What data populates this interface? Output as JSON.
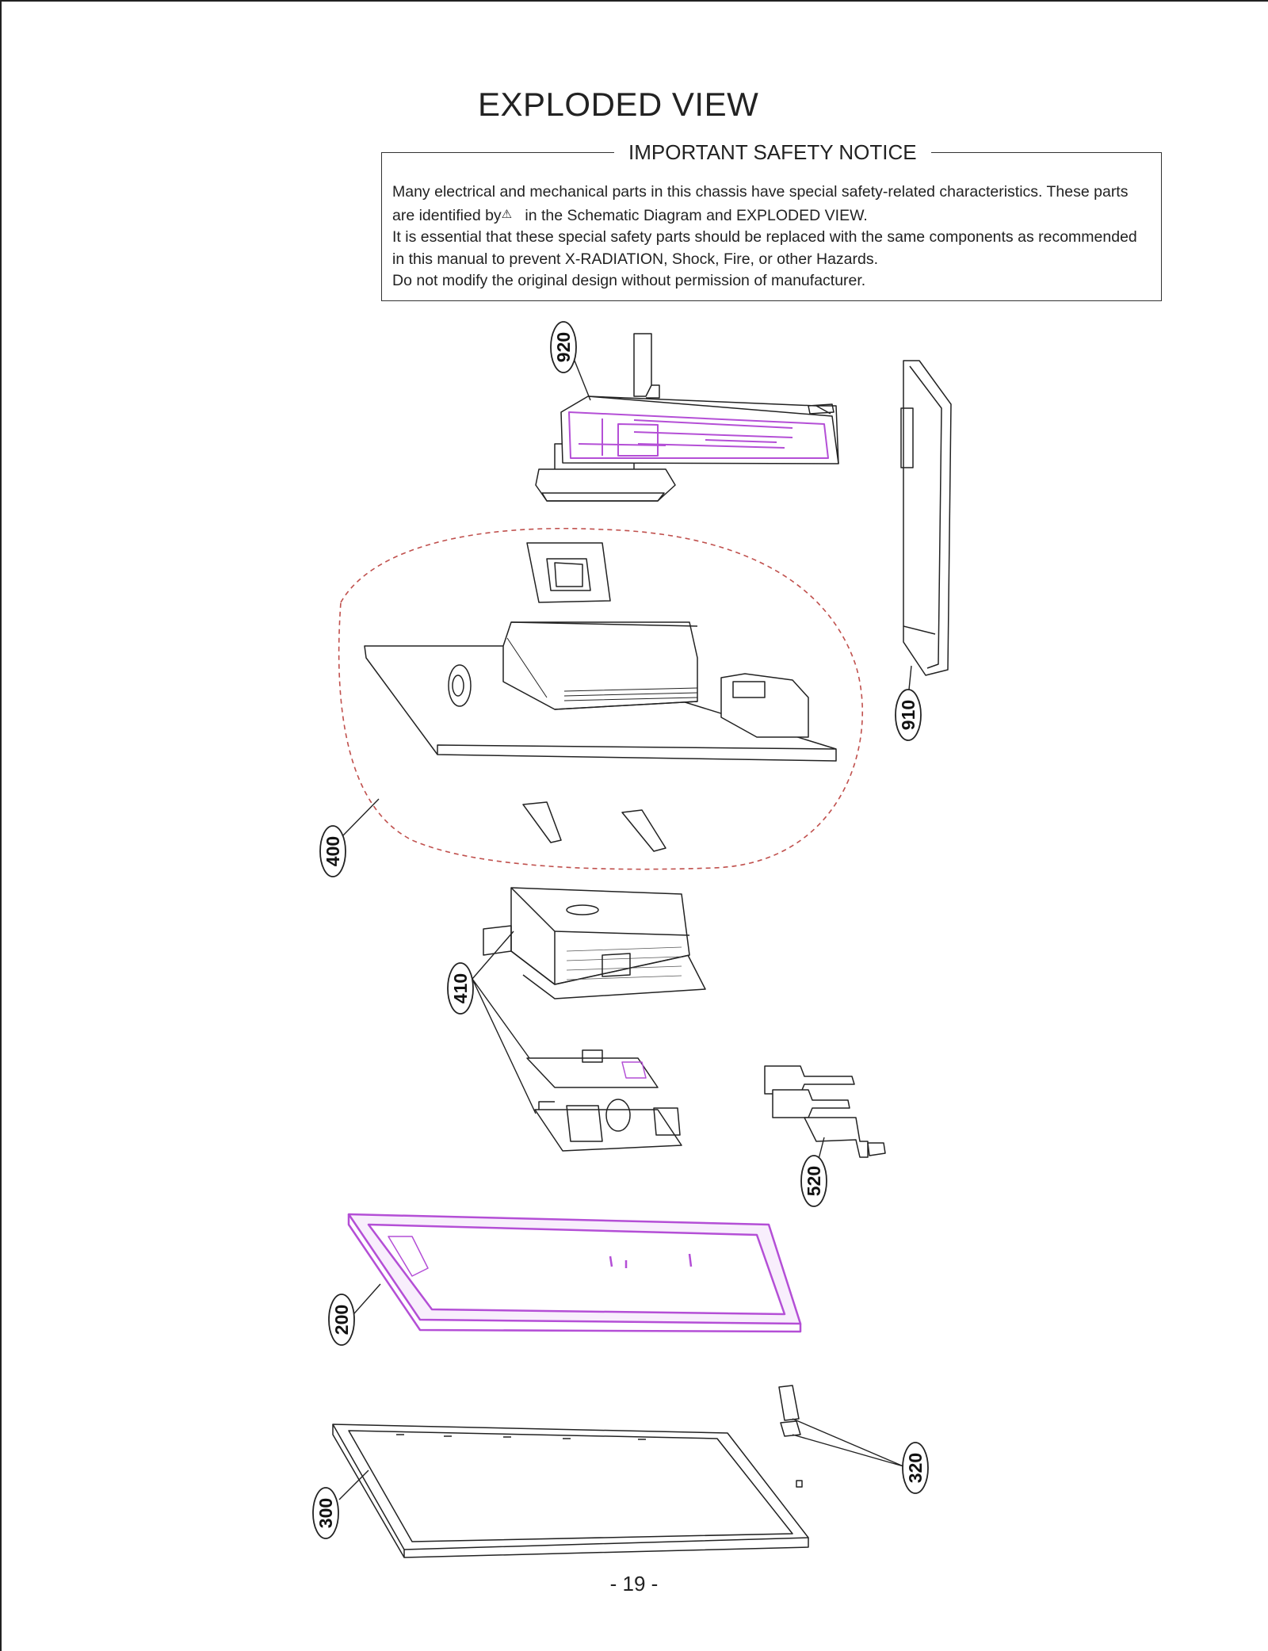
{
  "page": {
    "title": "EXPLODED VIEW",
    "page_number": "- 19 -"
  },
  "safety_notice": {
    "heading": "IMPORTANT SAFETY NOTICE",
    "line1": "Many electrical and mechanical parts in this chassis have special safety-related characteristics. These parts",
    "line2_pre": "are identified by",
    "line2_post": "in the Schematic Diagram and EXPLODED VIEW.",
    "line3": "It is essential that these special safety parts should be replaced with the same components as recommended",
    "line4": "in this manual to prevent X-RADIATION, Shock, Fire, or other Hazards.",
    "line5": "Do not modify the original design without permission of manufacturer.",
    "warning_icon": "warning-triangle-icon"
  },
  "callouts": {
    "c920": "920",
    "c910": "910",
    "c400": "400",
    "c410": "410",
    "c520": "520",
    "c200": "200",
    "c300": "300",
    "c320": "320"
  },
  "colors": {
    "line": "#222222",
    "highlight": "#b44fd6",
    "dashed_group": "#c0504d"
  }
}
